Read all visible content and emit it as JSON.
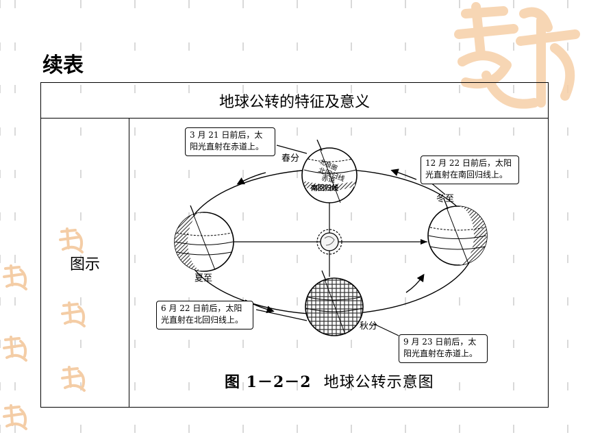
{
  "page": {
    "heading": "续表"
  },
  "table": {
    "header": "地球公转的特征及意义",
    "row_label": "图示"
  },
  "diagram": {
    "callouts": {
      "spring": "3 月 21 日前后，太阳光直射在赤道上。",
      "winter": "12 月 22 日前后，太阳光直射在南回归线上。",
      "summer": "6 月 22 日前后，太阳光直射在北回归线上。",
      "autumn": "9 月 23 日前后，太阳光直射在赤道上。"
    },
    "seasons": {
      "spring": "春分",
      "winter": "冬至",
      "summer": "夏至",
      "autumn": "秋分"
    },
    "earth_labels": {
      "arctic": "北极圈",
      "tropic_north": "北回归线",
      "equator": "赤道",
      "tropic_south": "南回归线"
    },
    "caption_number": "图 1－2－2",
    "caption_title": "地球公转示意图"
  }
}
